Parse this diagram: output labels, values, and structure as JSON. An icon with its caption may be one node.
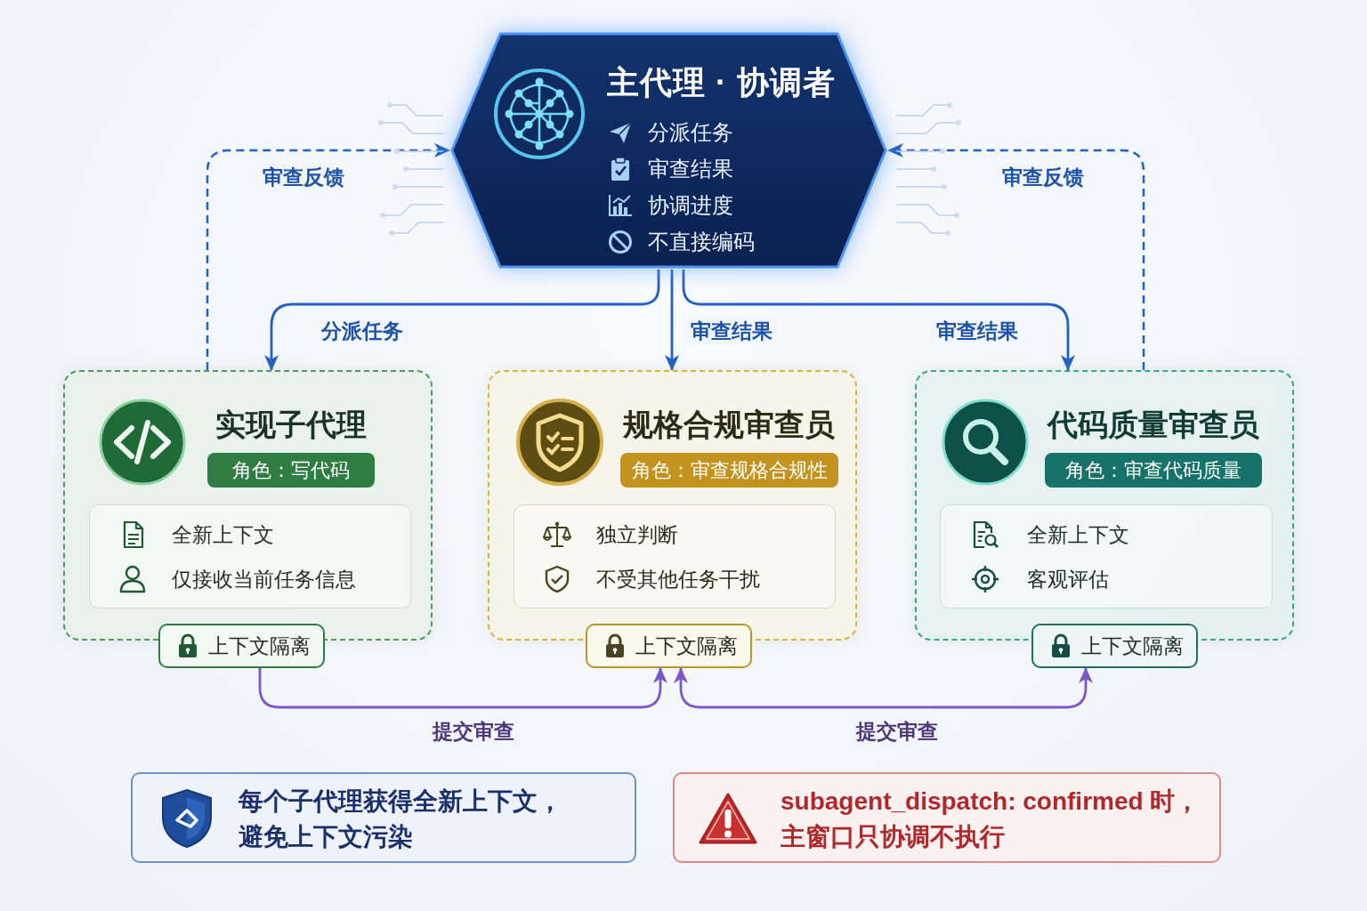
{
  "diagram": {
    "nodes": [
      {
        "text": [
          "主代理 · 协调者",
          "分派任务",
          "审查结果",
          "协调进度",
          "不直接编码"
        ]
      },
      {
        "text": [
          "实现子代理"
        ]
      },
      {
        "text": [
          "角色：写代码"
        ],
        "in": 1
      },
      {
        "text": [
          "全新上下文",
          "仅接收当前任务信息"
        ],
        "in": 1
      },
      {
        "text": [
          "上下文隔离"
        ]
      },
      {
        "text": [
          "规格合规审查员"
        ]
      },
      {
        "text": [
          "角色：审查规格合规性"
        ],
        "in": 5
      },
      {
        "text": [
          "独立判断",
          "不受其他任务干扰"
        ],
        "in": 5
      },
      {
        "text": [
          "上下文隔离"
        ]
      },
      {
        "text": [
          "代码质量审查员"
        ]
      },
      {
        "text": [
          "角色：审查代码质量"
        ],
        "in": 9
      },
      {
        "text": [
          "全新上下文",
          "客观评估"
        ],
        "in": 9
      },
      {
        "text": [
          "上下文隔离"
        ]
      },
      {
        "text": [
          "每个子代理获得全新上下文，避免上下文污染"
        ]
      },
      {
        "text": [
          "subagent_dispatch: confirmed 时，主窗口只协调不执行"
        ]
      }
    ],
    "edges": [
      {
        "from": 0,
        "to": 1,
        "arrow": "to",
        "label": "分派任务"
      },
      {
        "from": 0,
        "to": 5,
        "arrow": "to",
        "label": "审查结果"
      },
      {
        "from": 0,
        "to": 9,
        "arrow": "to",
        "label": "审查结果"
      },
      {
        "from": 1,
        "to": 0,
        "arrow": "to",
        "label": "审查反馈",
        "style": "dashed"
      },
      {
        "from": 9,
        "to": 0,
        "arrow": "to",
        "label": "审查反馈",
        "style": "dashed"
      },
      {
        "from": 4,
        "to": 8,
        "arrow": "to",
        "label": "提交审查",
        "color": "#7b58c9"
      },
      {
        "from": 8,
        "to": 12,
        "arrow": "both",
        "label": "提交审查",
        "color": "#7b58c9"
      }
    ]
  }
}
